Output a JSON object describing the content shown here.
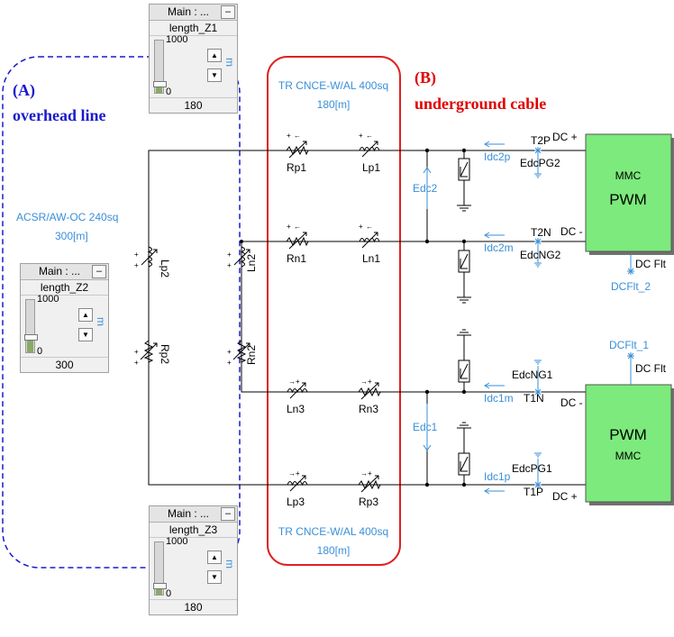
{
  "sections": {
    "a_label": "(A)",
    "a_title": "overhead line",
    "b_label": "(B)",
    "b_title": "underground cable"
  },
  "overhead": {
    "spec": "ACSR/AW-OC 240sq",
    "length": "300[m]"
  },
  "cable_top": {
    "spec": "TR CNCE-W/AL 400sq",
    "length": "180[m]"
  },
  "cable_bottom": {
    "spec": "TR CNCE-W/AL 400sq",
    "length": "180[m]"
  },
  "components": {
    "rp1": "Rp1",
    "lp1": "Lp1",
    "rn1": "Rn1",
    "ln1": "Ln1",
    "lp2": "Lp2",
    "rp2": "Rp2",
    "ln2": "Ln2",
    "rn2": "Rn2",
    "ln3": "Ln3",
    "rn3": "Rn3",
    "lp3": "Lp3",
    "rp3": "Rp3"
  },
  "meters": {
    "edc2": "Edc2",
    "edc1": "Edc1",
    "idc2p": "Idc2p",
    "idc2m": "Idc2m",
    "idc1m": "Idc1m",
    "idc1p": "Idc1p",
    "edcpg2": "EdcPG2",
    "edcng2": "EdcNG2",
    "edcng1": "EdcNG1",
    "edcpg1": "EdcPG1",
    "dcflt2": "DCFlt_2",
    "dcflt1": "DCFlt_1"
  },
  "terminals": {
    "t2p": "T2P",
    "t2n": "T2N",
    "t1n": "T1N",
    "t1p": "T1P"
  },
  "converters": {
    "top": {
      "line1": "MMC",
      "line2": "PWM",
      "dc_plus": "DC +",
      "dc_minus": "DC -",
      "flt": "DC Flt"
    },
    "bottom": {
      "line1": "PWM",
      "line2": "MMC",
      "dc_plus": "DC +",
      "dc_minus": "DC -",
      "flt": "DC Flt"
    }
  },
  "controls": [
    {
      "header": "Main : ...",
      "minimize": "–",
      "name": "length_Z1",
      "max": "1000",
      "min": "0",
      "unit": "m",
      "value": "180",
      "fraction": 0.18
    },
    {
      "header": "Main : ...",
      "minimize": "–",
      "name": "length_Z2",
      "max": "1000",
      "min": "0",
      "unit": "m",
      "value": "300",
      "fraction": 0.3
    },
    {
      "header": "Main : ...",
      "minimize": "–",
      "name": "length_Z3",
      "max": "1000",
      "min": "0",
      "unit": "m",
      "value": "180",
      "fraction": 0.18
    }
  ],
  "colors": {
    "blue_label": "#1a1acc",
    "red_label": "#e00000",
    "meter_blue": "#3a8fd8",
    "mmc_fill": "#7cea7c",
    "dashed_box": "#1a1acc",
    "cable_box": "#e02020"
  }
}
